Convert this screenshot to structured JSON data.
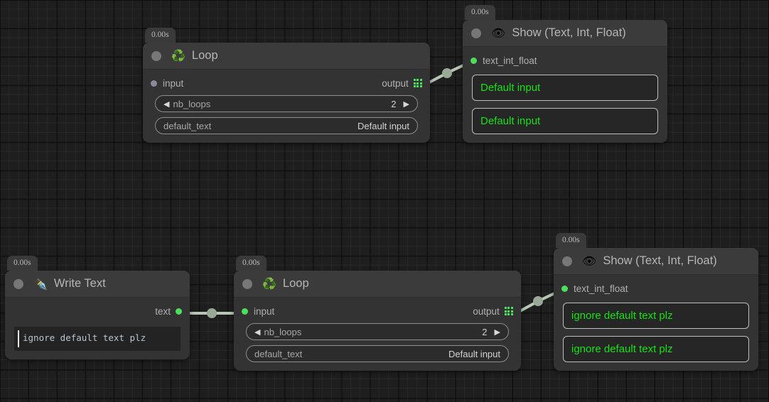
{
  "canvas": {
    "background_color": "#1e1e1e",
    "grid_minor_color": "#282828",
    "grid_major_color": "#141414",
    "wire_color": "#b8c6b4",
    "accent_green": "#4ce05a",
    "display_text_color": "#15e215"
  },
  "nodes": [
    {
      "id": "loop-1",
      "time_badge": "0.00s",
      "icon": "recycle-icon",
      "icon_glyph": "♻️",
      "title": "Loop",
      "input_port": {
        "label": "input",
        "state": "unconnected"
      },
      "output_port": {
        "label": "output",
        "icon": "grid-dots-icon"
      },
      "params": [
        {
          "name": "nb_loops",
          "value": "2",
          "stepper": true,
          "left_arrow": "◀",
          "right_arrow": "▶"
        },
        {
          "name": "default_text",
          "value": "Default input",
          "stepper": false
        }
      ]
    },
    {
      "id": "show-1",
      "time_badge": "0.00s",
      "icon": "eye-icon",
      "icon_glyph": "👁",
      "title": "Show (Text, Int, Float)",
      "input_port": {
        "label": "text_int_float",
        "state": "connected"
      },
      "displays": [
        "Default input",
        "Default input"
      ]
    },
    {
      "id": "write-text",
      "time_badge": "0.00s",
      "icon": "fountain-pen-icon",
      "icon_glyph": "✒️",
      "title": "Write Text",
      "output_port": {
        "label": "text",
        "state": "connected"
      },
      "editor": {
        "value": "ignore default text plz",
        "caret": true
      }
    },
    {
      "id": "loop-2",
      "time_badge": "0.00s",
      "icon": "recycle-icon",
      "icon_glyph": "♻️",
      "title": "Loop",
      "input_port": {
        "label": "input",
        "state": "connected"
      },
      "output_port": {
        "label": "output",
        "icon": "grid-dots-icon"
      },
      "params": [
        {
          "name": "nb_loops",
          "value": "2",
          "stepper": true,
          "left_arrow": "◀",
          "right_arrow": "▶"
        },
        {
          "name": "default_text",
          "value": "Default input",
          "stepper": false
        }
      ]
    },
    {
      "id": "show-2",
      "time_badge": "0.00s",
      "icon": "eye-icon",
      "icon_glyph": "👁",
      "title": "Show (Text, Int, Float)",
      "input_port": {
        "label": "text_int_float",
        "state": "connected"
      },
      "displays": [
        "ignore default text plz",
        "ignore default text plz"
      ]
    }
  ],
  "connections": [
    {
      "from": "loop-1.output",
      "to": "show-1.text_int_float"
    },
    {
      "from": "write-text.text",
      "to": "loop-2.input"
    },
    {
      "from": "loop-2.output",
      "to": "show-2.text_int_float"
    }
  ]
}
